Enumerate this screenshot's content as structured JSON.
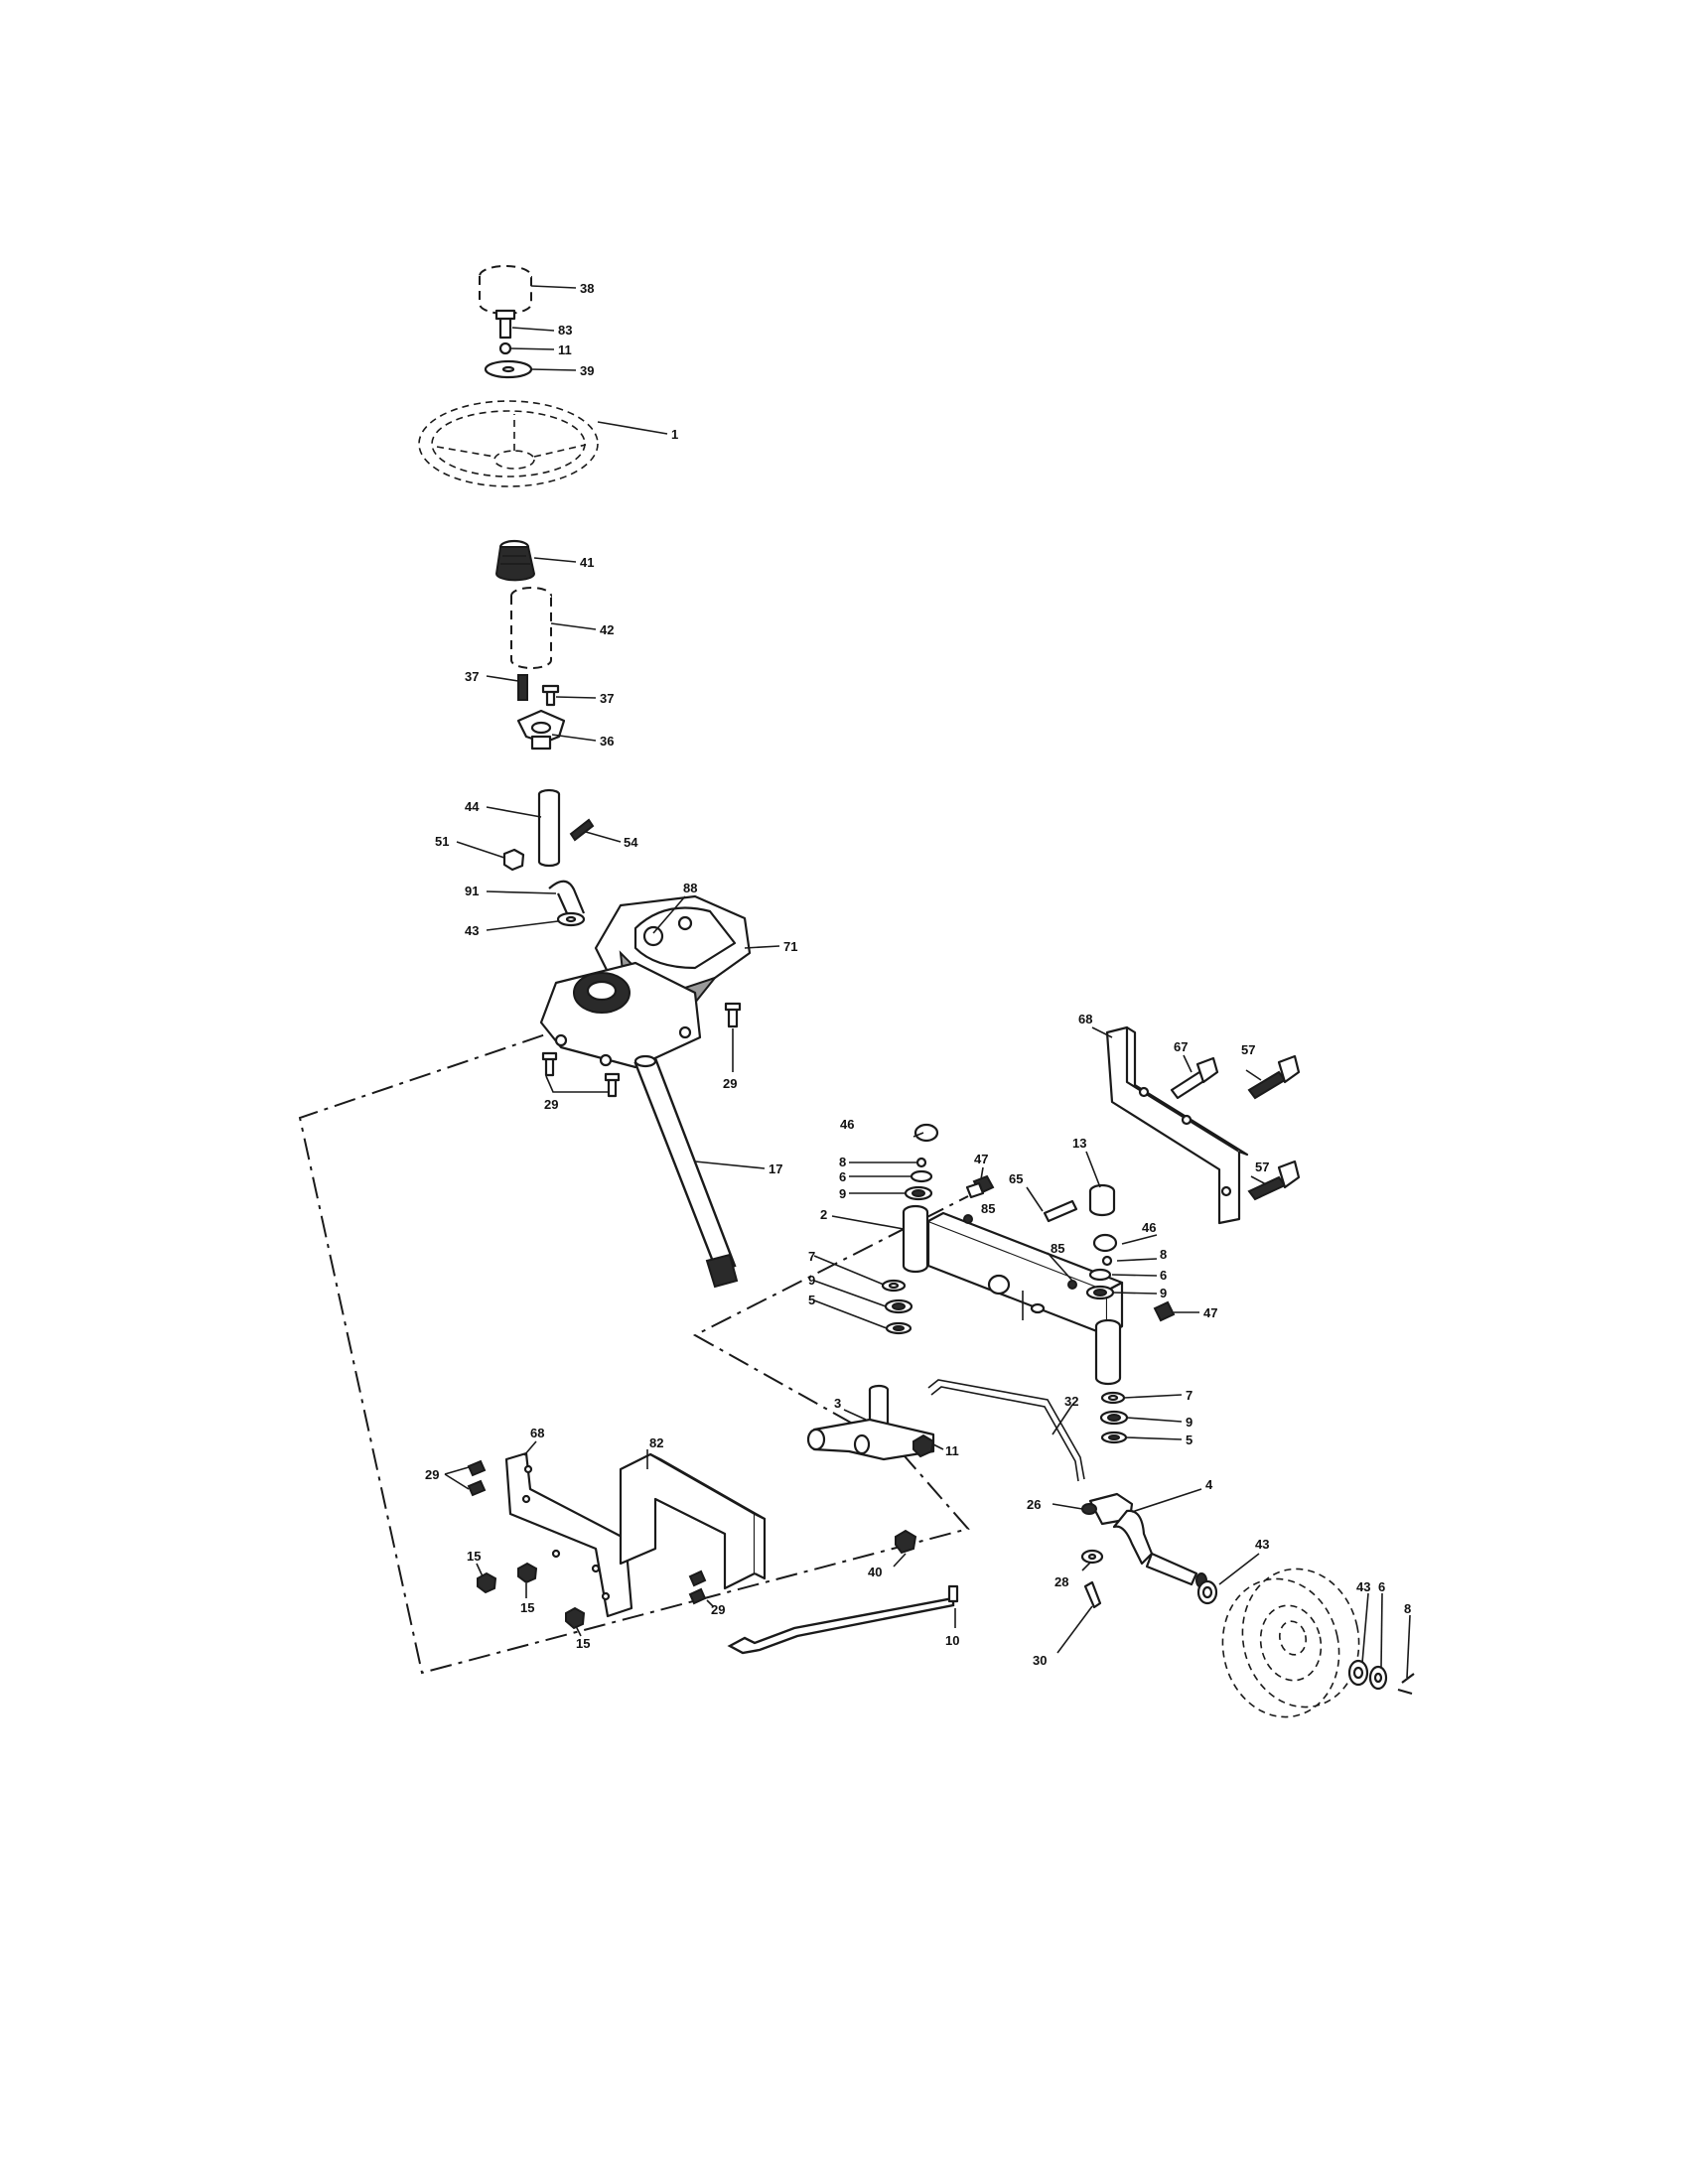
{
  "diagram": {
    "type": "exploded-parts-diagram",
    "callouts": {
      "c38": "38",
      "c83": "83",
      "c11a": "11",
      "c39": "39",
      "c1": "1",
      "c41": "41",
      "c42": "42",
      "c37a": "37",
      "c37b": "37",
      "c36": "36",
      "c44": "44",
      "c54": "54",
      "c51": "51",
      "c91": "91",
      "c88": "88",
      "c43a": "43",
      "c71": "71",
      "c29a": "29",
      "c29b": "29",
      "c17": "17",
      "c68a": "68",
      "c67": "67",
      "c57a": "57",
      "c57b": "57",
      "c13": "13",
      "c65": "65",
      "c46a": "46",
      "c8a": "8",
      "c6a": "6",
      "c9a": "9",
      "c47a": "47",
      "c85a": "85",
      "c2": "2",
      "c7a": "7",
      "c9b": "9",
      "c5a": "5",
      "c85b": "85",
      "c46b": "46",
      "c8b": "8",
      "c6b": "6",
      "c9c": "9",
      "c47b": "47",
      "c7b": "7",
      "c9d": "9",
      "c5b": "5",
      "c32": "32",
      "c3": "3",
      "c11b": "11",
      "c40": "40",
      "c26": "26",
      "c4": "4",
      "c43b": "43",
      "c28": "28",
      "c30": "30",
      "c10": "10",
      "c43c": "43",
      "c6c": "6",
      "c8c": "8",
      "c29c": "29",
      "c68b": "68",
      "c82": "82",
      "c15a": "15",
      "c15b": "15",
      "c15c": "15",
      "c29d": "29"
    }
  }
}
